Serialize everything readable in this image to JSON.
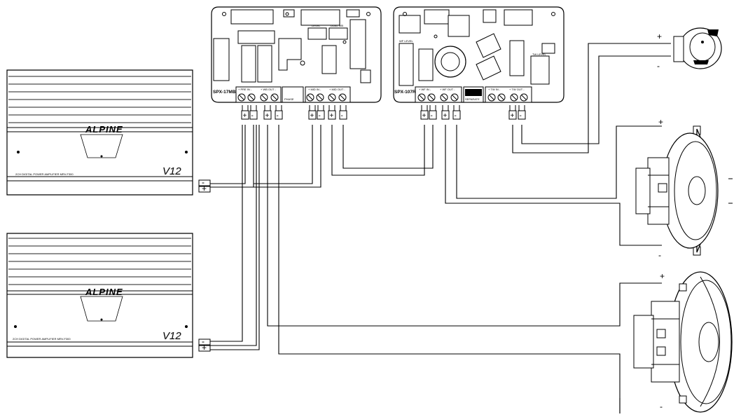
{
  "amplifiers": [
    {
      "brand": "ALPINE",
      "subtitle": "2CH DIGITAL POWER AMPLIFIER  MRV-F300",
      "series": "V12"
    },
    {
      "brand": "ALPINE",
      "subtitle": "2CH DIGITAL POWER AMPLIFIER  MRV-F300",
      "series": "V12"
    }
  ],
  "crossovers": {
    "left": {
      "model": "SPX-17MB",
      "labels": [
        "+ PRE IN -",
        "+ WB OUT -",
        "+ MID IN -",
        "+ MID OUT -",
        "LEVEL",
        "DUAL WB",
        "PHASE"
      ]
    },
    "right": {
      "model": "SPX-107R",
      "labels": [
        "+ WF IN -",
        "+ WF OUT -",
        "+ TW IN -",
        "+ TW OUT -",
        "TW LEVEL",
        "WF LEVEL",
        "SEPARATE"
      ]
    }
  },
  "polarity": {
    "plus": "+",
    "minus": "-"
  }
}
